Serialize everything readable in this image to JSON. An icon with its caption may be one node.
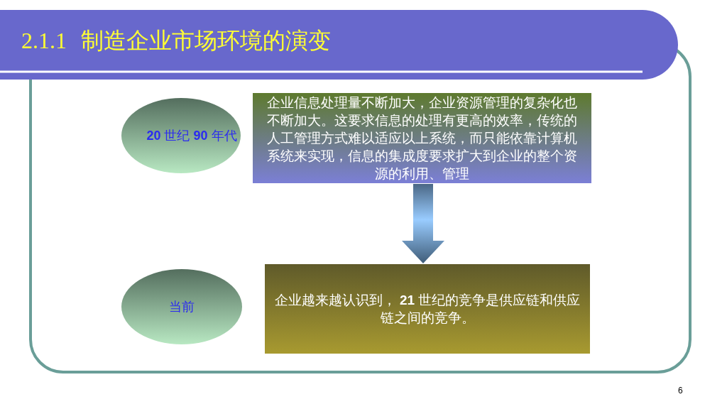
{
  "diagram": {
    "title": "2.1.1 制造企业市场环境的演变",
    "nodes": [
      {
        "text": [
          "**20** 世纪 **90** 年代"
        ]
      },
      {
        "text": [
          "企业信息处理量不断加大，企业资源管理的复杂化也不断加大。这要求信息的处理有更高的效率，传统的人工管理方式难以适应以上系统，而只能依靠计算机系统来实现，信息的集成度要求扩大到企业的整个资源的利用、管理"
        ]
      },
      {
        "text": [
          "当前"
        ]
      },
      {
        "text": [
          "企业越来越认识到， **21** 世纪的竞争是供应链和供应链之间的竞争。"
        ]
      }
    ],
    "edges": [
      {
        "from": 1,
        "to": 3,
        "arrow": "to"
      }
    ],
    "labels": [
      "6"
    ]
  }
}
